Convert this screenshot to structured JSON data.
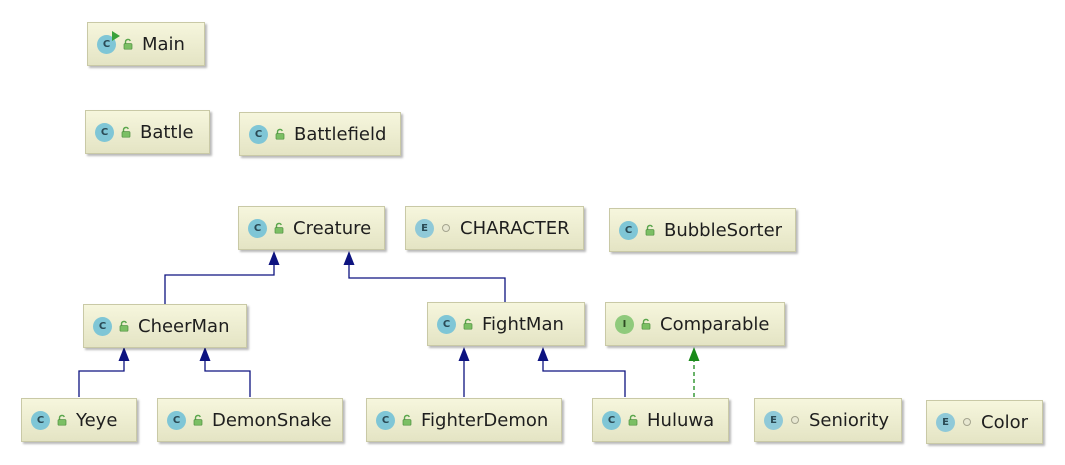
{
  "diagram": {
    "nodes": [
      {
        "id": "main",
        "kind": "class",
        "kind_letter": "C",
        "visibility": "public",
        "label": "Main",
        "runnable": true
      },
      {
        "id": "battle",
        "kind": "class",
        "kind_letter": "C",
        "visibility": "public",
        "label": "Battle"
      },
      {
        "id": "battlefield",
        "kind": "class",
        "kind_letter": "C",
        "visibility": "public",
        "label": "Battlefield"
      },
      {
        "id": "creature",
        "kind": "class",
        "kind_letter": "C",
        "visibility": "public",
        "label": "Creature"
      },
      {
        "id": "character",
        "kind": "enum",
        "kind_letter": "E",
        "visibility": "package",
        "label": "CHARACTER"
      },
      {
        "id": "bubblesorter",
        "kind": "class",
        "kind_letter": "C",
        "visibility": "public",
        "label": "BubbleSorter"
      },
      {
        "id": "cheerman",
        "kind": "class",
        "kind_letter": "C",
        "visibility": "public",
        "label": "CheerMan"
      },
      {
        "id": "fightman",
        "kind": "class",
        "kind_letter": "C",
        "visibility": "public",
        "label": "FightMan"
      },
      {
        "id": "comparable",
        "kind": "interface",
        "kind_letter": "I",
        "visibility": "public",
        "label": "Comparable"
      },
      {
        "id": "yeye",
        "kind": "class",
        "kind_letter": "C",
        "visibility": "public",
        "label": "Yeye"
      },
      {
        "id": "demonsnake",
        "kind": "class",
        "kind_letter": "C",
        "visibility": "public",
        "label": "DemonSnake"
      },
      {
        "id": "fighterdemon",
        "kind": "class",
        "kind_letter": "C",
        "visibility": "public",
        "label": "FighterDemon"
      },
      {
        "id": "huluwa",
        "kind": "class",
        "kind_letter": "C",
        "visibility": "public",
        "label": "Huluwa"
      },
      {
        "id": "seniority",
        "kind": "enum",
        "kind_letter": "E",
        "visibility": "package",
        "label": "Seniority"
      },
      {
        "id": "color",
        "kind": "enum",
        "kind_letter": "E",
        "visibility": "package",
        "label": "Color"
      }
    ],
    "edges": [
      {
        "from": "cheerman",
        "to": "creature",
        "type": "extends"
      },
      {
        "from": "fightman",
        "to": "creature",
        "type": "extends"
      },
      {
        "from": "yeye",
        "to": "cheerman",
        "type": "extends"
      },
      {
        "from": "demonsnake",
        "to": "cheerman",
        "type": "extends"
      },
      {
        "from": "fighterdemon",
        "to": "fightman",
        "type": "extends"
      },
      {
        "from": "huluwa",
        "to": "fightman",
        "type": "extends"
      },
      {
        "from": "huluwa",
        "to": "comparable",
        "type": "implements"
      }
    ],
    "colors": {
      "extends": "#0d1380",
      "implements": "#1a8a1a",
      "node_fill": "#eeeed4",
      "node_border": "#c9c9a6"
    }
  }
}
